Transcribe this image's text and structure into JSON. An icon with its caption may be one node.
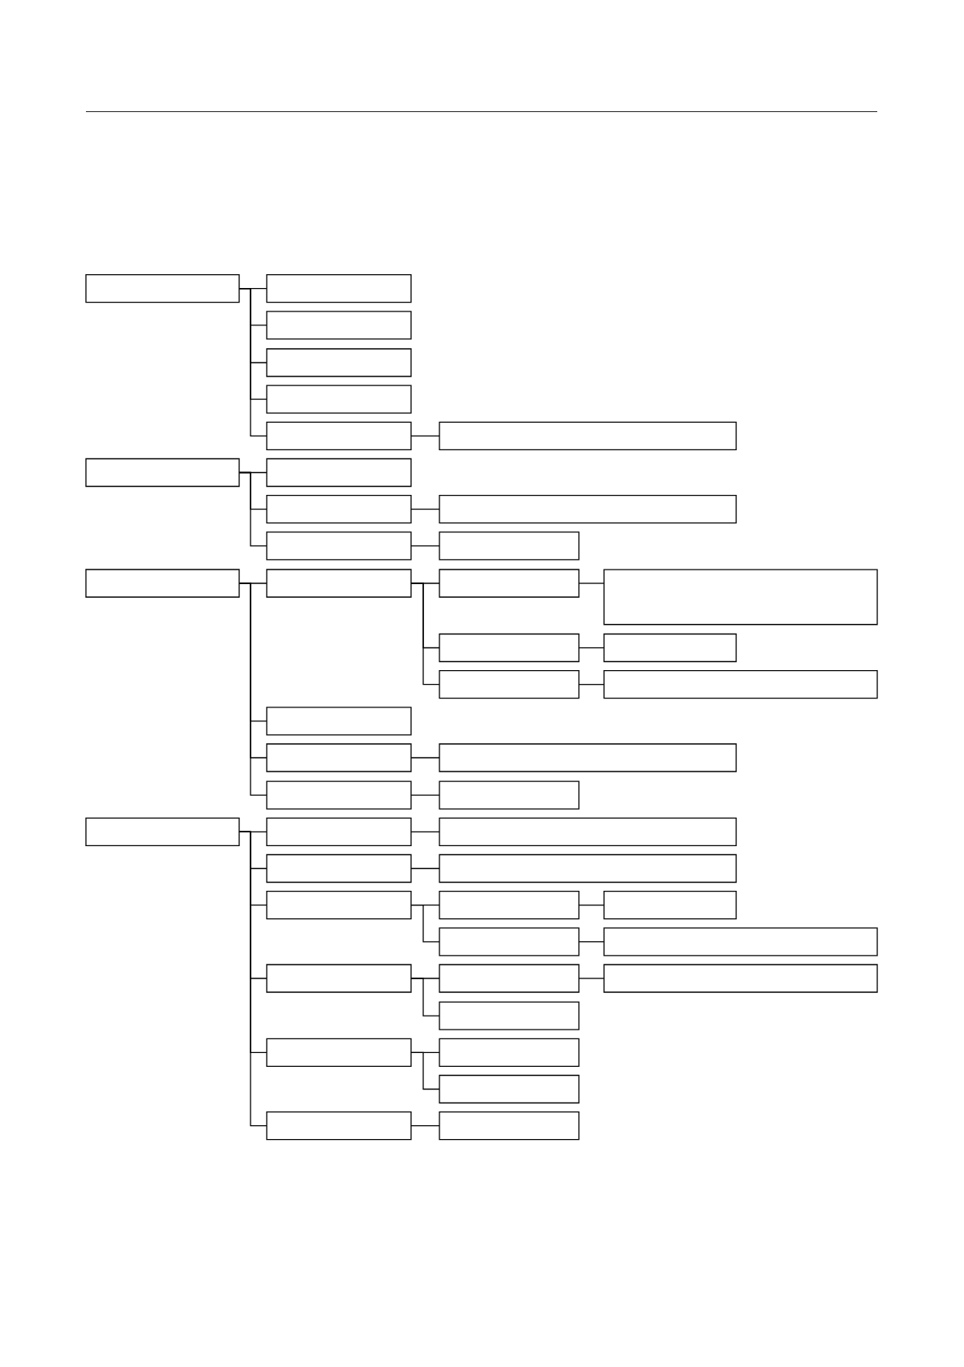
{
  "diagram": {
    "nodes": [
      {
        "text": [],
        "shape": "box"
      },
      {
        "text": [],
        "shape": "box"
      },
      {
        "text": [],
        "shape": "box"
      },
      {
        "text": [],
        "shape": "box"
      },
      {
        "text": [],
        "shape": "box"
      },
      {
        "text": [],
        "shape": "box"
      },
      {
        "text": [],
        "shape": "box"
      },
      {
        "text": [],
        "shape": "box"
      },
      {
        "text": [],
        "shape": "box"
      },
      {
        "text": [],
        "shape": "box"
      },
      {
        "text": [],
        "shape": "box"
      },
      {
        "text": [],
        "shape": "box"
      },
      {
        "text": [],
        "shape": "box"
      },
      {
        "text": [],
        "shape": "box"
      },
      {
        "text": [],
        "shape": "box"
      },
      {
        "text": [],
        "shape": "box"
      },
      {
        "text": [],
        "shape": "box"
      },
      {
        "text": [],
        "shape": "box"
      },
      {
        "text": [],
        "shape": "box"
      },
      {
        "text": [],
        "shape": "box"
      },
      {
        "text": [],
        "shape": "box"
      },
      {
        "text": [],
        "shape": "box"
      },
      {
        "text": [],
        "shape": "box"
      },
      {
        "text": [],
        "shape": "box"
      },
      {
        "text": [],
        "shape": "box"
      },
      {
        "text": [],
        "shape": "box"
      },
      {
        "text": [],
        "shape": "box"
      },
      {
        "text": [],
        "shape": "box"
      },
      {
        "text": [],
        "shape": "box"
      },
      {
        "text": [],
        "shape": "box"
      },
      {
        "text": [],
        "shape": "box"
      },
      {
        "text": [],
        "shape": "box"
      },
      {
        "text": [],
        "shape": "box"
      },
      {
        "text": [],
        "shape": "box"
      },
      {
        "text": [],
        "shape": "box"
      },
      {
        "text": [],
        "shape": "box"
      },
      {
        "text": [],
        "shape": "box"
      },
      {
        "text": [],
        "shape": "box"
      },
      {
        "text": [],
        "shape": "box"
      },
      {
        "text": [],
        "shape": "box"
      },
      {
        "text": [],
        "shape": "box"
      },
      {
        "text": [],
        "shape": "box"
      },
      {
        "text": [],
        "shape": "box"
      },
      {
        "text": [],
        "shape": "box"
      },
      {
        "text": [],
        "shape": "box"
      }
    ],
    "edges": [
      {
        "from": 0,
        "to": 1,
        "arrow": "none"
      },
      {
        "from": 0,
        "to": 2,
        "arrow": "none"
      },
      {
        "from": 0,
        "to": 3,
        "arrow": "none"
      },
      {
        "from": 0,
        "to": 4,
        "arrow": "none"
      },
      {
        "from": 0,
        "to": 5,
        "arrow": "none"
      },
      {
        "from": 5,
        "to": 6,
        "arrow": "none"
      },
      {
        "from": 7,
        "to": 8,
        "arrow": "none"
      },
      {
        "from": 7,
        "to": 9,
        "arrow": "none"
      },
      {
        "from": 7,
        "to": 11,
        "arrow": "none"
      },
      {
        "from": 9,
        "to": 10,
        "arrow": "none"
      },
      {
        "from": 11,
        "to": 12,
        "arrow": "none"
      },
      {
        "from": 13,
        "to": 14,
        "arrow": "none"
      },
      {
        "from": 13,
        "to": 21,
        "arrow": "none"
      },
      {
        "from": 13,
        "to": 22,
        "arrow": "none"
      },
      {
        "from": 13,
        "to": 24,
        "arrow": "none"
      },
      {
        "from": 14,
        "to": 15,
        "arrow": "none"
      },
      {
        "from": 14,
        "to": 17,
        "arrow": "none"
      },
      {
        "from": 14,
        "to": 19,
        "arrow": "none"
      },
      {
        "from": 15,
        "to": 16,
        "arrow": "none"
      },
      {
        "from": 17,
        "to": 18,
        "arrow": "none"
      },
      {
        "from": 19,
        "to": 20,
        "arrow": "none"
      },
      {
        "from": 22,
        "to": 23,
        "arrow": "none"
      },
      {
        "from": 24,
        "to": 25,
        "arrow": "none"
      },
      {
        "from": 26,
        "to": 27,
        "arrow": "none"
      },
      {
        "from": 26,
        "to": 29,
        "arrow": "none"
      },
      {
        "from": 26,
        "to": 31,
        "arrow": "none"
      },
      {
        "from": 26,
        "to": 36,
        "arrow": "none"
      },
      {
        "from": 26,
        "to": 40,
        "arrow": "none"
      },
      {
        "from": 26,
        "to": 43,
        "arrow": "none"
      },
      {
        "from": 27,
        "to": 28,
        "arrow": "none"
      },
      {
        "from": 29,
        "to": 30,
        "arrow": "none"
      },
      {
        "from": 31,
        "to": 32,
        "arrow": "none"
      },
      {
        "from": 31,
        "to": 34,
        "arrow": "none"
      },
      {
        "from": 32,
        "to": 33,
        "arrow": "none"
      },
      {
        "from": 34,
        "to": 35,
        "arrow": "none"
      },
      {
        "from": 36,
        "to": 37,
        "arrow": "none"
      },
      {
        "from": 36,
        "to": 39,
        "arrow": "none"
      },
      {
        "from": 37,
        "to": 38,
        "arrow": "none"
      },
      {
        "from": 40,
        "to": 41,
        "arrow": "none"
      },
      {
        "from": 40,
        "to": 42,
        "arrow": "none"
      },
      {
        "from": 43,
        "to": 44,
        "arrow": "none"
      }
    ]
  }
}
